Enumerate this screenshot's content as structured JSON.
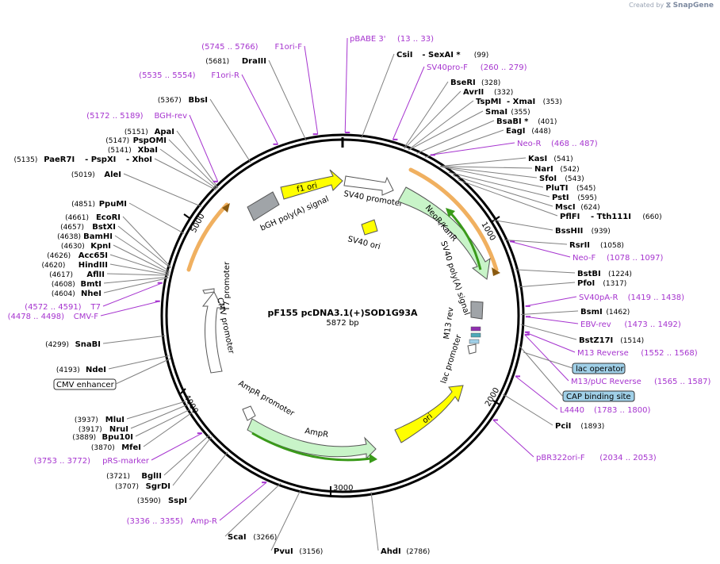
{
  "credit": {
    "prefix": "Created by",
    "brand": "SnapGene"
  },
  "map": {
    "name": "pF155 pcDNA3.1(+)SOD1G93A",
    "size": "5872 bp",
    "length": 5872,
    "ticks": [
      "1000",
      "2000",
      "3000",
      "4000",
      "5000"
    ]
  },
  "colors": {
    "backbone": "#000000",
    "primer": "#a634cf",
    "enzyme_line": "#808080",
    "marker_green": "#c8f4c8",
    "marker_yellow": "#ffff00",
    "promoter_white": "#ffffff",
    "polyA_gray": "#a0a4a8",
    "lac_operator": "#4daab8",
    "cap_site": "#a0d0e8",
    "orf_orange": "#f0b060"
  },
  "enzymes": [
    {
      "name": "CsiI",
      "name2": "SexAI *",
      "pos": "(99)"
    },
    {
      "name": "BseRI",
      "pos": "(328)"
    },
    {
      "name": "AvrII",
      "pos": "(332)"
    },
    {
      "name": "TspMI",
      "name2": "XmaI",
      "pos": "(353)"
    },
    {
      "name": "SmaI",
      "pos": "(355)"
    },
    {
      "name": "BsaBI *",
      "pos": "(401)"
    },
    {
      "name": "EagI",
      "pos": "(448)"
    },
    {
      "name": "KasI",
      "pos": "(541)"
    },
    {
      "name": "NarI",
      "pos": "(542)"
    },
    {
      "name": "SfoI",
      "pos": "(543)"
    },
    {
      "name": "PluTI",
      "pos": "(545)"
    },
    {
      "name": "PstI",
      "pos": "(595)"
    },
    {
      "name": "MscI",
      "pos": "(624)"
    },
    {
      "name": "PflFI",
      "name2": "Tth111I",
      "pos": "(660)"
    },
    {
      "name": "BssHII",
      "pos": "(939)"
    },
    {
      "name": "RsrII",
      "pos": "(1058)"
    },
    {
      "name": "BstBI",
      "pos": "(1224)"
    },
    {
      "name": "PfoI",
      "pos": "(1317)"
    },
    {
      "name": "BsmI",
      "pos": "(1462)"
    },
    {
      "name": "BstZ17I",
      "pos": "(1514)"
    },
    {
      "name": "PciI",
      "pos": "(1893)"
    },
    {
      "name": "AhdI",
      "pos": "(2786)"
    },
    {
      "name": "PvuI",
      "pos": "(3156)"
    },
    {
      "name": "ScaI",
      "pos": "(3266)"
    },
    {
      "name": "SspI",
      "pos": "(3590)"
    },
    {
      "name": "SgrDI",
      "pos": "(3707)"
    },
    {
      "name": "BglII",
      "pos": "(3721)"
    },
    {
      "name": "MfeI",
      "pos": "(3870)"
    },
    {
      "name": "Bpu10I",
      "pos": "(3889)"
    },
    {
      "name": "NruI",
      "pos": "(3917)"
    },
    {
      "name": "MluI",
      "pos": "(3937)"
    },
    {
      "name": "NdeI",
      "pos": "(4193)"
    },
    {
      "name": "SnaBI",
      "pos": "(4299)"
    },
    {
      "name": "NheI",
      "pos": "(4604)"
    },
    {
      "name": "BmtI",
      "pos": "(4608)"
    },
    {
      "name": "AflII",
      "pos": "(4617)"
    },
    {
      "name": "HindIII",
      "pos": "(4620)"
    },
    {
      "name": "Acc65I",
      "pos": "(4626)"
    },
    {
      "name": "KpnI",
      "pos": "(4630)"
    },
    {
      "name": "BamHI",
      "pos": "(4638)"
    },
    {
      "name": "BstXI",
      "pos": "(4657)"
    },
    {
      "name": "EcoRI",
      "pos": "(4661)"
    },
    {
      "name": "PpuMI",
      "pos": "(4851)"
    },
    {
      "name": "AleI",
      "pos": "(5019)"
    },
    {
      "name": "PaeR7I",
      "name2": "PspXI",
      "name3": "XhoI",
      "pos": "(5135)"
    },
    {
      "name": "XbaI",
      "pos": "(5141)"
    },
    {
      "name": "PspOMI",
      "pos": "(5147)"
    },
    {
      "name": "ApaI",
      "pos": "(5151)"
    },
    {
      "name": "BbsI",
      "pos": "(5367)"
    },
    {
      "name": "DraIII",
      "pos": "(5681)"
    }
  ],
  "primers": [
    {
      "name": "pBABE 3'",
      "range": "(13 .. 33)"
    },
    {
      "name": "SV40pro-F",
      "range": "(260 .. 279)"
    },
    {
      "name": "Neo-R",
      "range": "(468 .. 487)"
    },
    {
      "name": "Neo-F",
      "range": "(1078 .. 1097)"
    },
    {
      "name": "SV40pA-R",
      "range": "(1419 .. 1438)"
    },
    {
      "name": "EBV-rev",
      "range": "(1473 .. 1492)"
    },
    {
      "name": "M13 Reverse",
      "range": "(1552 .. 1568)"
    },
    {
      "name": "M13/pUC Reverse",
      "range": "(1565 .. 1587)"
    },
    {
      "name": "L4440",
      "range": "(1783 .. 1800)"
    },
    {
      "name": "pBR322ori-F",
      "range": "(2034 .. 2053)"
    },
    {
      "name": "Amp-R",
      "range": "(3336 .. 3355)"
    },
    {
      "name": "pRS-marker",
      "range": "(3753 .. 3772)"
    },
    {
      "name": "CMV-F",
      "range": "(4478 .. 4498)"
    },
    {
      "name": "T7",
      "range": "(4572 .. 4591)"
    },
    {
      "name": "BGH-rev",
      "range": "(5172 .. 5189)"
    },
    {
      "name": "F1ori-R",
      "range": "(5535 .. 5554)"
    },
    {
      "name": "F1ori-F",
      "range": "(5745 .. 5766)"
    }
  ],
  "features": {
    "f1_ori": "f1 ori",
    "sv40_promoter": "SV40 promoter",
    "sv40_ori": "SV40 ori",
    "neor": "NeoR/KanR",
    "sv40_polya": "SV40 poly(A) signal",
    "bgh_polya": "bGH poly(A) signal",
    "m13_rev": "M13 rev",
    "lac_promoter": "lac promoter",
    "ori": "ori",
    "ampr": "AmpR",
    "ampr_promoter": "AmpR promoter",
    "cmv_promoter": "CMV promoter",
    "t7_promoter": "T7 promoter",
    "lac_operator": "lac operator",
    "cap_site": "CAP binding site",
    "cmv_enhancer": "CMV enhancer"
  }
}
